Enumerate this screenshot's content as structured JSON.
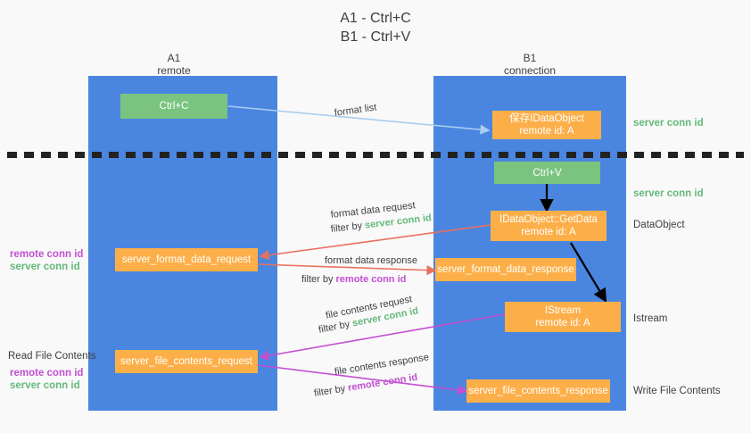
{
  "title": {
    "line1": "A1 - Ctrl+C",
    "line2": "B1 - Ctrl+V"
  },
  "columns": [
    {
      "name": "A1",
      "sub": "remote"
    },
    {
      "name": "B1",
      "sub": "connection"
    }
  ],
  "boxes": {
    "ctrl_c": "Ctrl+C",
    "ctrl_v": "Ctrl+V",
    "save_idataobject_l1": "保存IDataObject",
    "save_idataobject_l2": "remote id: A",
    "getdata_l1": "IDataObject::GetData",
    "getdata_l2": "remote id: A",
    "istream_l1": "IStream",
    "istream_l2": "remote id: A",
    "server_format_data_request": "server_format_data_request",
    "server_format_data_response": "server_format_data_response",
    "server_file_contents_request": "server_file_contents_request",
    "server_file_contents_response": "server_file_contents_response"
  },
  "right_labels": {
    "server_conn_id_top": "server conn id",
    "server_conn_id_mid": "server conn id",
    "dataobject": "DataObject",
    "istream": "Istream",
    "write_file_contents": "Write File Contents"
  },
  "left_labels": {
    "remote_conn_id_1": "remote conn id",
    "server_conn_id_1": "server conn id",
    "read_file_contents": "Read File Contents",
    "remote_conn_id_2": "remote conn id",
    "server_conn_id_2": "server conn id"
  },
  "arrow_labels": {
    "format_list": "format list",
    "format_data_request": "format data request",
    "format_data_request_filter_pre": "filter by ",
    "format_data_request_filter_key": "server conn id",
    "format_data_response": "format data response",
    "format_data_response_filter_pre": "filter by ",
    "format_data_response_filter_key": "remote conn id",
    "file_contents_request": "file contents request",
    "file_contents_request_filter_pre": "filter by ",
    "file_contents_request_filter_key": "server conn id",
    "file_contents_response": "file contents response",
    "file_contents_response_filter_pre": "filter by ",
    "file_contents_response_filter_key": "remote conn id"
  },
  "colors": {
    "column": "#4a86e0",
    "green_box": "#7ac47f",
    "orange_box": "#fcaf49",
    "server_conn_id": "#64b97a",
    "remote_conn_id": "#c24fd1",
    "format_list_arrow": "#a8cdf0",
    "format_data_arrow": "#e8705f",
    "file_contents_arrow": "#c24fd1",
    "black_arrow": "#000000",
    "background": "#f9f9f9"
  }
}
